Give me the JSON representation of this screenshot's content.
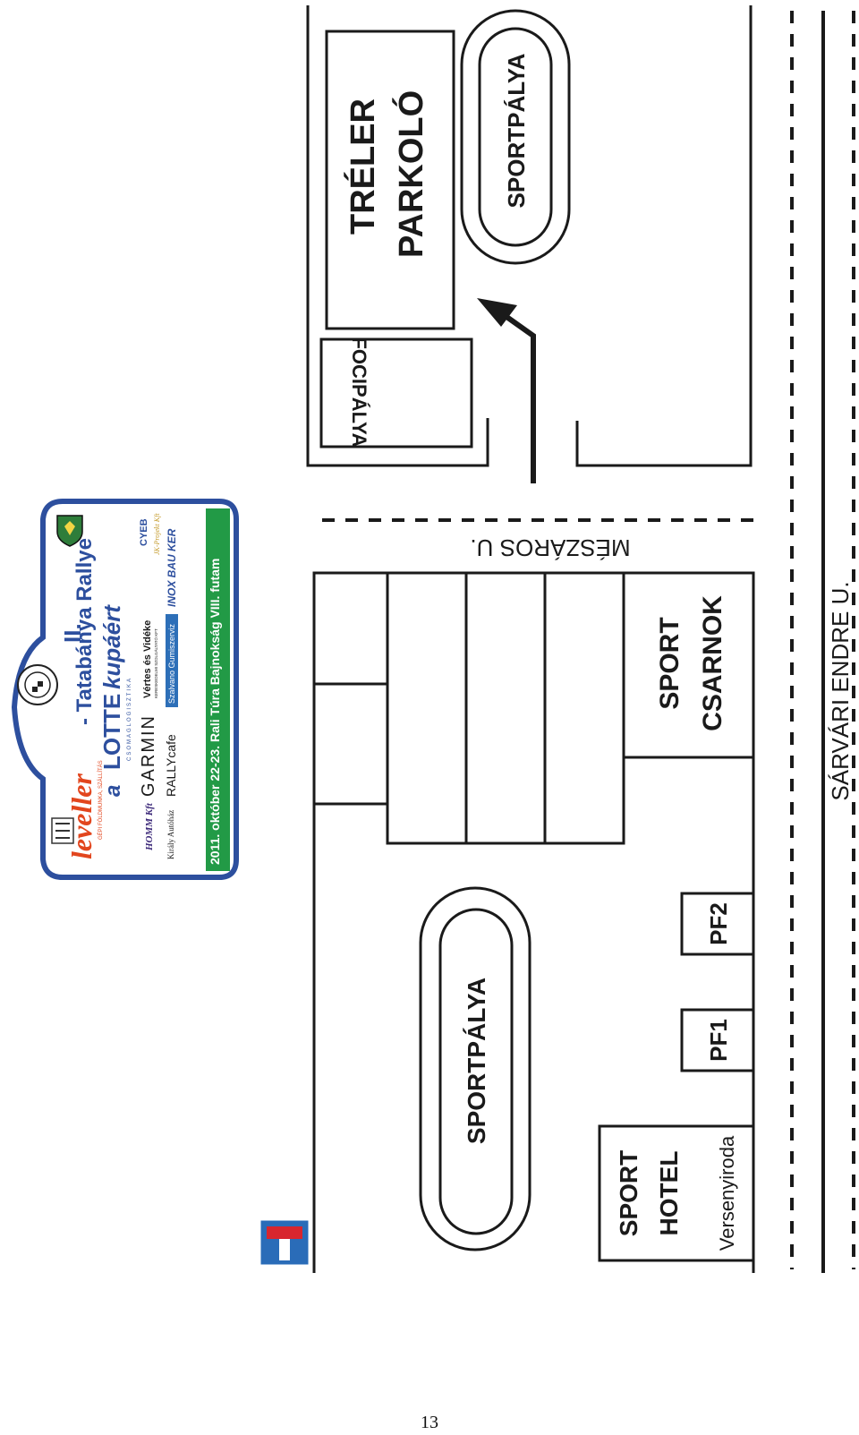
{
  "map": {
    "labels": {
      "treler": "TRÉLER",
      "parkolo": "PARKOLÓ",
      "sportpalya_top": "SPORTPÁLYA",
      "focipalya": "FOCIPÁLYA",
      "meszaros": "MÉSZÁROS U.",
      "sport": "SPORT",
      "csarnok": "CSARNOK",
      "sarvari": "SÁRVÁRI ENDRE U.",
      "pf2": "PF2",
      "pf1": "PF1",
      "sportpalya_bottom": "SPORTPÁLYA",
      "hotel_sport": "SPORT",
      "hotel_hotel": "HOTEL",
      "versenyiroda": "Versenyiroda"
    }
  },
  "rally_plate": {
    "roman": "II.",
    "brand": "leveller",
    "brand_tagline": "GÉPI FÖLDMUNKA, SZÁLLÍTÁS",
    "event": "- Tatabánya Rallye",
    "line2_a": "a",
    "lotte": "LOTTE",
    "kupaert": "kupáért",
    "csomag": "CSOMAGLOGISZTIKA",
    "sponsors": {
      "homm": "HOMM Kft",
      "garmin": "GARMIN",
      "vertes": "Vértes és Vidéke",
      "vertes_sub": "KERESKEDELMI SZOLGÁLTATÓ KFT",
      "cyeb": "CYEB",
      "jk": "JK-Projekt Kft",
      "kiraly": "Király Autóház",
      "rallycafe": "RALLYcafe",
      "szalvano": "Szalvano Gumiszerviz",
      "inox": "INOX BAU KER"
    },
    "footer": "2011. október 22-23.  Rali Túra Bajnokság VIII. futam"
  },
  "page_number": "13",
  "colors": {
    "plate_border": "#2d4f9e",
    "plate_footer": "#229a46",
    "road_sign": "#2a6cb8",
    "road_sign_bar": "#d8262e",
    "ink": "#1a1a1a"
  }
}
